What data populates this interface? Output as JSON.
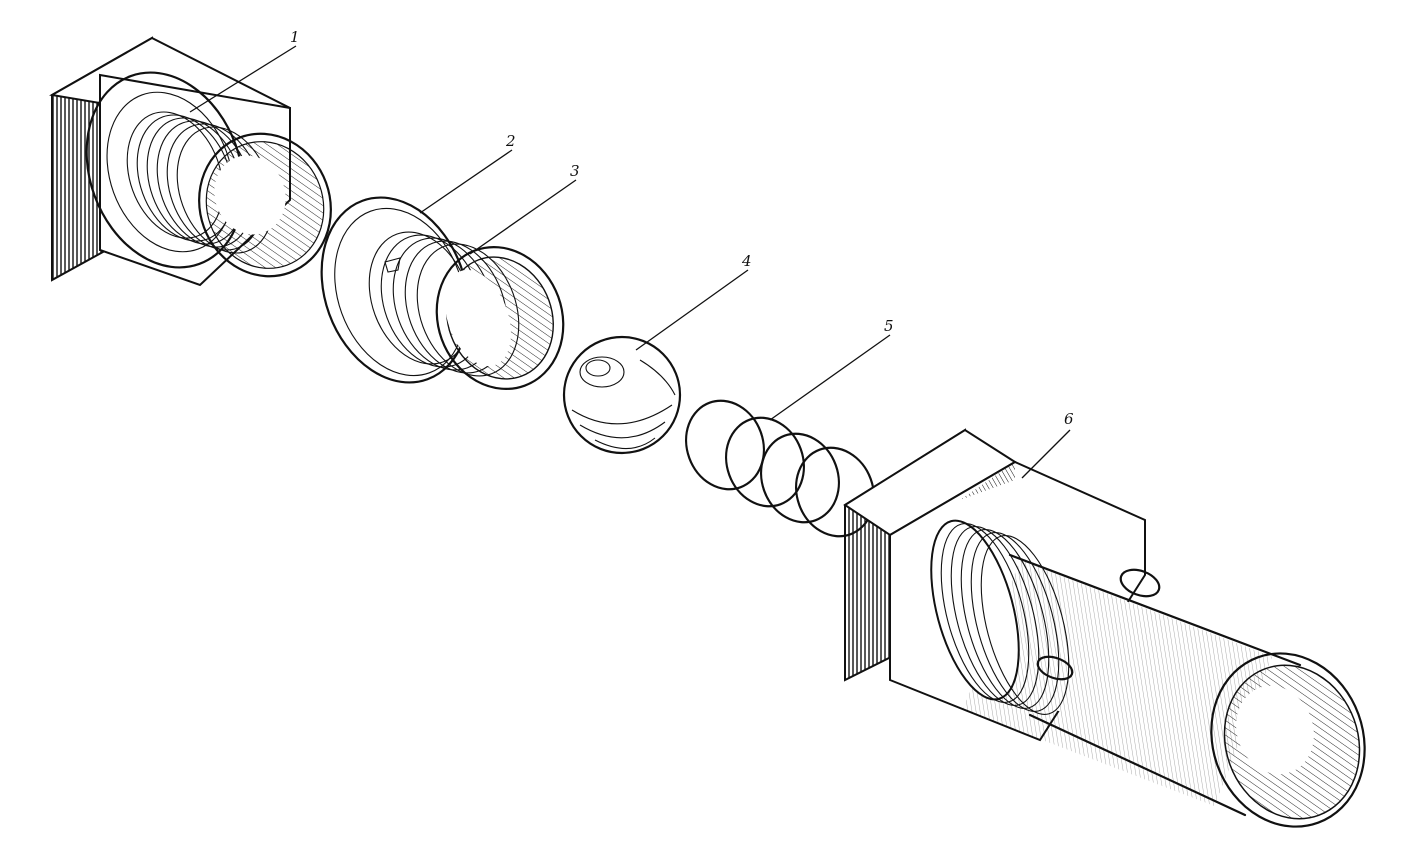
{
  "diagram": {
    "parts": [
      {
        "id": "part-1",
        "label": "1",
        "kind": "threaded-plug-with-hex"
      },
      {
        "id": "part-2",
        "label": "2",
        "kind": "flanged-seat"
      },
      {
        "id": "part-3",
        "label": "3",
        "kind": "threaded-sleeve"
      },
      {
        "id": "part-4",
        "label": "4",
        "kind": "ball"
      },
      {
        "id": "part-5",
        "label": "5",
        "kind": "coil-spring"
      },
      {
        "id": "part-6",
        "label": "6",
        "kind": "valve-body-with-hex"
      }
    ],
    "colors": {
      "ink": "#111111",
      "paper": "#ffffff"
    }
  }
}
